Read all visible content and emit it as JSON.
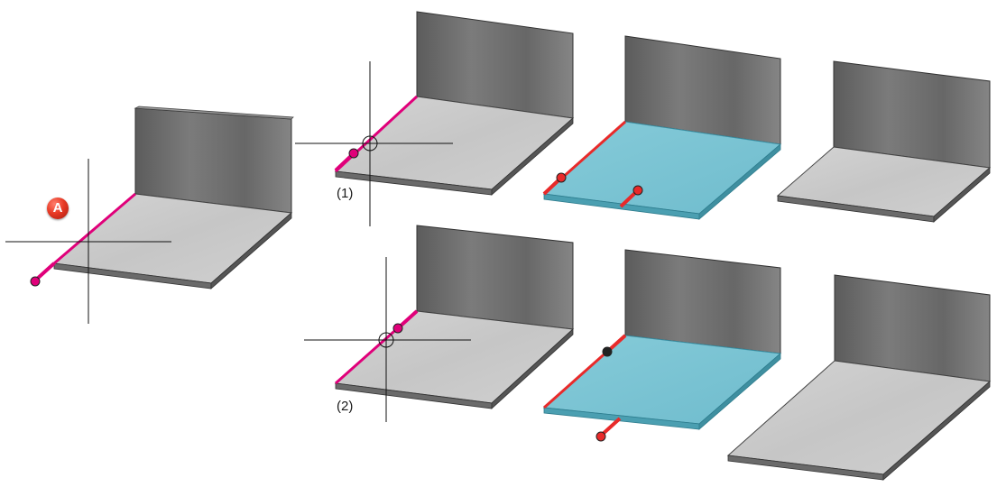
{
  "labels": {
    "step_1": "(1)",
    "step_2": "(2)",
    "marker_a": "A"
  },
  "colors": {
    "selected_edge": "#e0007a",
    "bend_edge": "#e82a2a",
    "highlight_face": "#7fc8d8",
    "sheet_metal": "#c8c8c8",
    "flange": "#6e6e6e",
    "badge": "#e83a25"
  },
  "icons": {
    "marker": "letter-a-badge",
    "crosshair": "crosshair-cursor",
    "snap": "snap-circle"
  }
}
